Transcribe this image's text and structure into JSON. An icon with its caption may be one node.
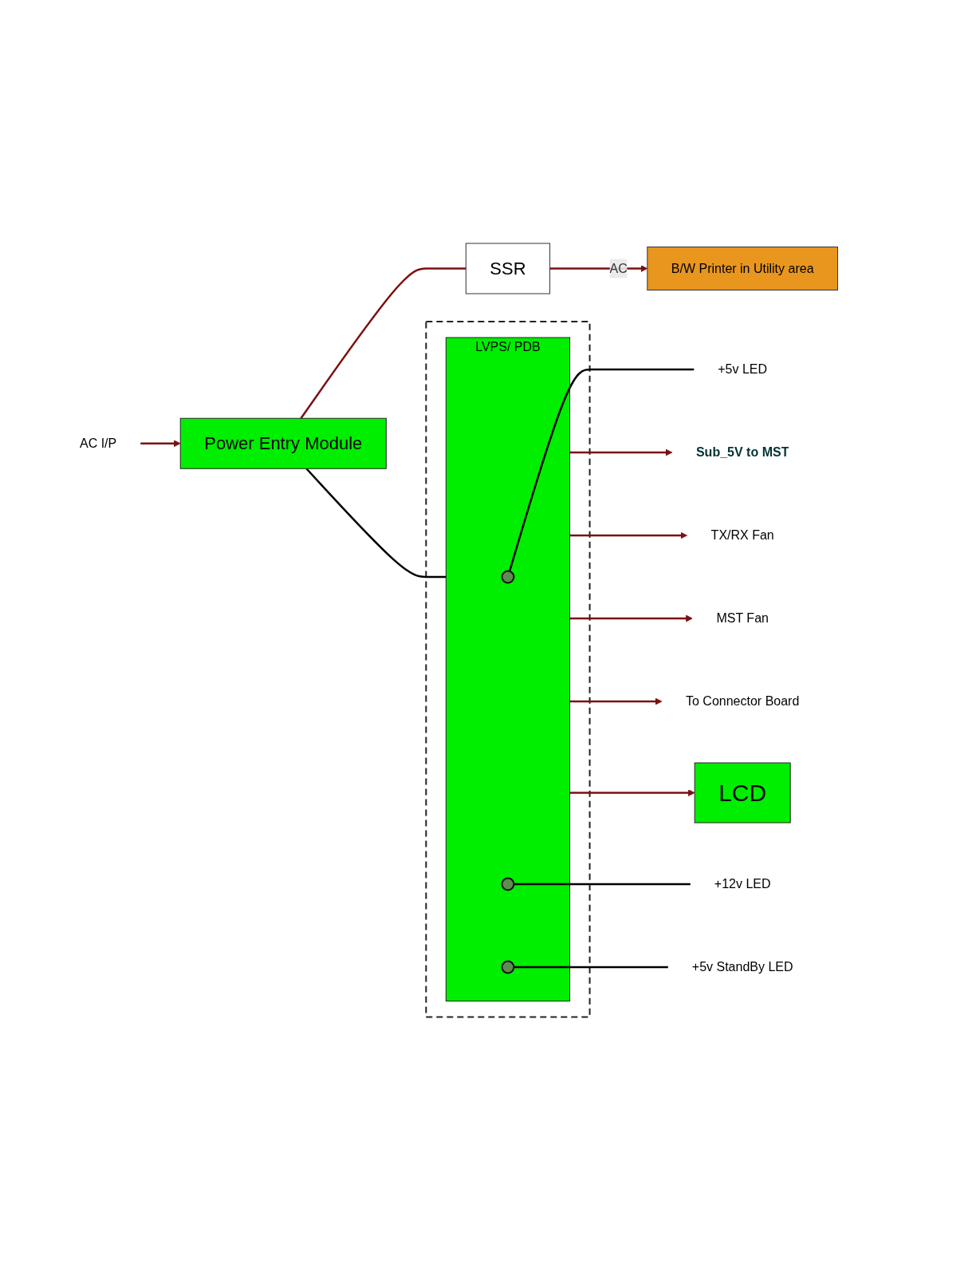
{
  "diagram": {
    "nodes": [
      {
        "text": [
          "B/W Printer in Utility area"
        ]
      },
      {
        "text": [
          "Power Entry Module"
        ]
      },
      {
        "text": [
          "SSR"
        ]
      },
      {
        "text": [],
        "shape": "box"
      },
      {
        "text": [
          "LVPS/ PDB"
        ],
        "in": 3
      },
      {
        "text": [
          "LCD"
        ]
      },
      {
        "text": [
          "AC I/P"
        ]
      },
      {
        "text": [
          "Sub_5V to MST"
        ]
      },
      {
        "text": [
          "TX/RX Fan"
        ]
      },
      {
        "text": [
          "MST Fan"
        ]
      },
      {
        "text": [
          "To Connector Board"
        ]
      },
      {
        "text": [],
        "shape": "circle",
        "in": 4
      },
      {
        "text": [],
        "shape": "circle",
        "in": 4
      },
      {
        "text": [],
        "shape": "circle",
        "in": 4
      },
      {
        "text": [
          "+5v LED"
        ]
      },
      {
        "text": [
          "+12v LED"
        ]
      },
      {
        "text": [
          "+5v StandBy LED"
        ]
      }
    ],
    "edges": [
      {
        "from": 6,
        "to": 1,
        "arrow": "to"
      },
      {
        "from": 1,
        "to": 2,
        "arrow": "none"
      },
      {
        "from": 2,
        "to": 0,
        "arrow": "to",
        "label": "AC"
      },
      {
        "from": 1,
        "to": 4,
        "arrow": "none",
        "color": "#000000"
      },
      {
        "from": 4,
        "to": 7,
        "arrow": "to"
      },
      {
        "from": 4,
        "to": 8,
        "arrow": "to"
      },
      {
        "from": 4,
        "to": 9,
        "arrow": "to"
      },
      {
        "from": 4,
        "to": 10,
        "arrow": "to"
      },
      {
        "from": 4,
        "to": 5,
        "arrow": "to"
      },
      {
        "from": 11,
        "to": 14,
        "arrow": "none",
        "color": "#000000"
      },
      {
        "from": 12,
        "to": 15,
        "arrow": "none",
        "color": "#000000"
      },
      {
        "from": 13,
        "to": 16,
        "arrow": "none",
        "color": "#000000"
      }
    ]
  }
}
